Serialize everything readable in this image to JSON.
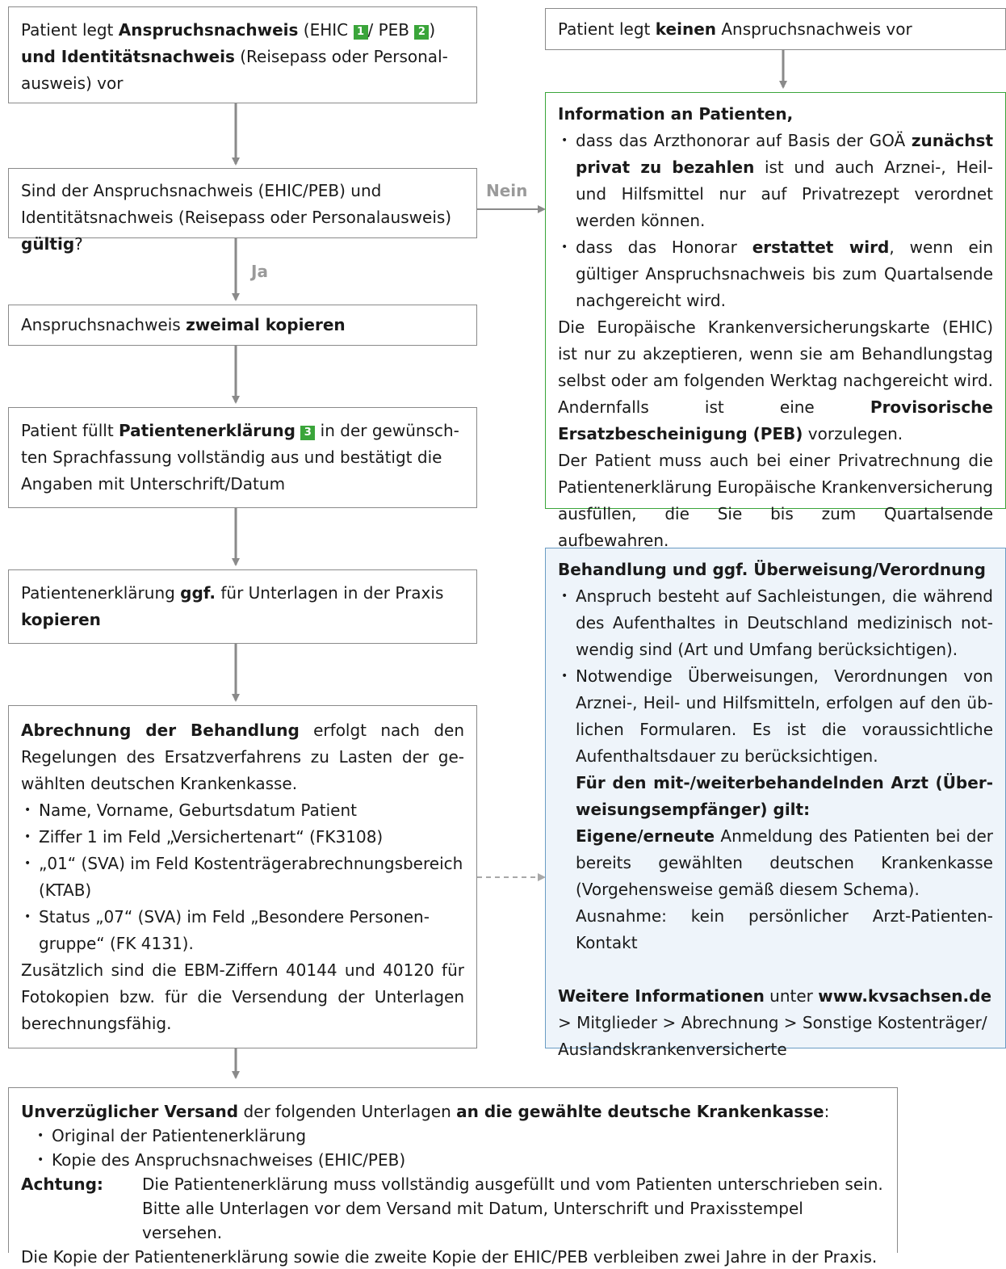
{
  "box1": {
    "t1": "Patient legt ",
    "b1": "Anspruchsnachweis",
    "t2": " (EHIC ",
    "badge1": "1",
    "t3": "/ PEB ",
    "badge2": "2",
    "t4": ")",
    "b2": "und Identitätsnachweis",
    "t5": " (Reisepass oder Personal­ausweis) vor"
  },
  "box2": {
    "t1": "Sind der Anspruchsnachweis (EHIC/PEB) und Identitäts­nachweis (Reisepass oder Personalausweis) ",
    "b1": "gültig",
    "t2": "?"
  },
  "box3": {
    "t1": "Anspruchsnachweis ",
    "b1": "zweimal kopieren"
  },
  "box4": {
    "t1": "Patient füllt ",
    "b1": "Patientenerklärung",
    "badge": "3",
    "t2": "  in der gewünsch­ten Sprachfassung vollständig aus und bestätigt die Angaben mit Unterschrift/Datum"
  },
  "box5": {
    "t1": "Patientenerklärung ",
    "b1": "ggf.",
    "t2": " für Unterlagen in der Praxis ",
    "b2": "kopieren"
  },
  "box6": {
    "b1": "Abrechnung der Behandlung",
    "t1": " erfolgt nach den Regelungen des Ersatzverfahrens zu Lasten der ge­wählten deutschen Krankenkasse.",
    "items": [
      "Name, Vorname, Geburtsdatum Patient",
      "Ziffer 1 im Feld „Versichertenart“ (FK3108)",
      "„01“ (SVA) im Feld Kostenträgerabrechnungsbereich (KTAB)",
      "Status „07“ (SVA) im Feld „Besondere Personen­gruppe“ (FK 4131)."
    ],
    "t2": "Zusätzlich sind die EBM-Ziffern 40144 und 40120 für Fotokopien bzw. für die Versendung der Unterlagen berechnungsfähig."
  },
  "box7": {
    "b1": "Unverzüglicher Versand",
    "t1": " der folgenden Unterlagen ",
    "b2": "an die gewählte deutsche Krankenkasse",
    "t2": ":",
    "items": [
      "Original der Patientenerklärung",
      "Kopie des Anspruchsnachweises (EHIC/PEB)"
    ],
    "achtung_label": "Achtung:",
    "achtung_1": "Die Patientenerklärung muss vollständig ausgefüllt und vom Patienten unterschrieben sein.",
    "achtung_2": "Bitte alle Unterlagen vor dem Versand mit Datum, Unterschrift und Praxisstempel versehen.",
    "t3": "Die Kopie der Patientenerklärung sowie die zweite Kopie der EHIC/PEB verbleiben zwei Jahre in der Praxis."
  },
  "rbox1": {
    "t1": "Patient legt ",
    "b1": "keinen",
    "t2": " Anspruchsnachweis vor"
  },
  "rbox2": {
    "title": "Information an Patienten,",
    "i1_t1": "dass das Arzthonorar auf Basis der GOÄ ",
    "i1_b1": "zunächst pri­vat zu bezahlen",
    "i1_t2": " ist und auch Arznei-, Heil- und Hilfs­mittel nur auf Privatrezept verordnet werden können.",
    "i2_t1": "dass das Honorar ",
    "i2_b1": "erstattet wird",
    "i2_t2": ", wenn ein gültiger Anspruchsnachweis bis zum Quartalsende nachge­reicht wird.",
    "p1_t1": "Die Europäische Krankenversicherungskarte (EHIC) ist nur zu akzeptieren, wenn sie am Behandlungstag selbst oder am folgenden Werktag nachgereicht wird. An­dernfalls ist eine ",
    "p1_b1": "Provisorische Ersatzbescheinigung (PEB)",
    "p1_t2": " vorzulegen.",
    "p2": "Der Patient muss auch bei einer Privatrechnung die Patientenerklärung Europäische Krankenversicherung ausfüllen, die Sie bis zum Quartalsende aufbewahren."
  },
  "rbox3": {
    "title": "Behandlung und ggf. Überweisung/Verordnung",
    "item1": "Anspruch besteht auf Sachleistungen, die während des Aufenthaltes in Deutschland medizinisch not­wendig sind (Art und Umfang berücksichtigen).",
    "item2": "Notwendige Überweisungen, Verordnungen von Arznei-, Heil- und Hilfsmitteln, erfolgen auf den üb­lichen Formularen. Es ist die voraussichtliche Aufent­haltsdauer zu berücksichtigen.",
    "sub_b1": "Für den mit-/weiterbehandelnden Arzt (Über­weisungsempfänger) gilt:",
    "sub_b2": "Eigene/erneute",
    "sub_t1": " Anmeldung des Patienten bei der bereits gewählten deutschen Krankenkasse (Vorgehensweise gemäß diesem Schema).",
    "sub_t2": "Ausnahme: kein persönlicher Arzt-Patienten-Kontakt",
    "more_b1": "Weitere Informationen",
    "more_t1": " unter ",
    "more_b2": "www.kvsachsen.de",
    "more_t2": "> Mitglieder > Abrechnung > Sonstige Kostenträger/ Auslandskrankenversicherte"
  },
  "labels": {
    "nein": "Nein",
    "ja": "Ja"
  },
  "colors": {
    "green": "#3aa53a",
    "blue_border": "#6a9cc4",
    "blue_fill": "#eef4fa",
    "arrow": "#8a8a8a"
  }
}
